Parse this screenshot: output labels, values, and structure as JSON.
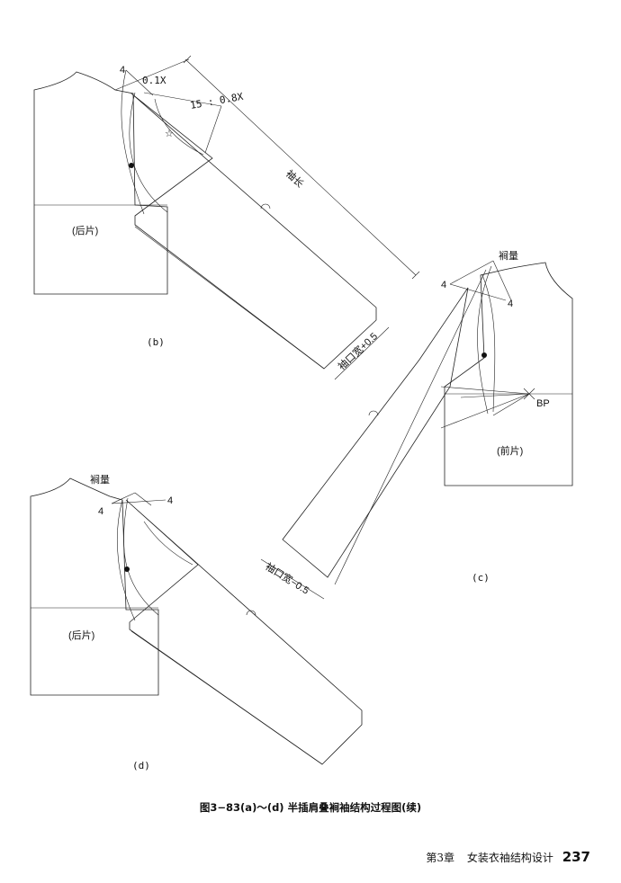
{
  "figure": {
    "caption": "图3−83(a)～(d) 半插肩叠裥袖结构过程图(续)"
  },
  "panel_b": {
    "label": "(b)",
    "piece_label": "(后片)",
    "annotations": {
      "num_4": "4",
      "offset": "0.1X",
      "ratio": "15 : 0.8X",
      "star": "☆",
      "sleeve_length": "袖长",
      "cuff": "袖口宽+0.5"
    }
  },
  "panel_c": {
    "label": "(c)",
    "piece_label": "(前片)",
    "annotations": {
      "pleat": "裥量",
      "num_4a": "4",
      "num_4b": "4",
      "bp": "BP",
      "cuff": "袖口宽−0.5"
    }
  },
  "panel_d": {
    "label": "(d)",
    "piece_label": "(后片)",
    "annotations": {
      "pleat": "裥量",
      "num_4a": "4",
      "num_4b": "4"
    }
  },
  "footer": {
    "chapter": "第3章",
    "title": "女装衣袖结构设计",
    "page_number": "237"
  }
}
